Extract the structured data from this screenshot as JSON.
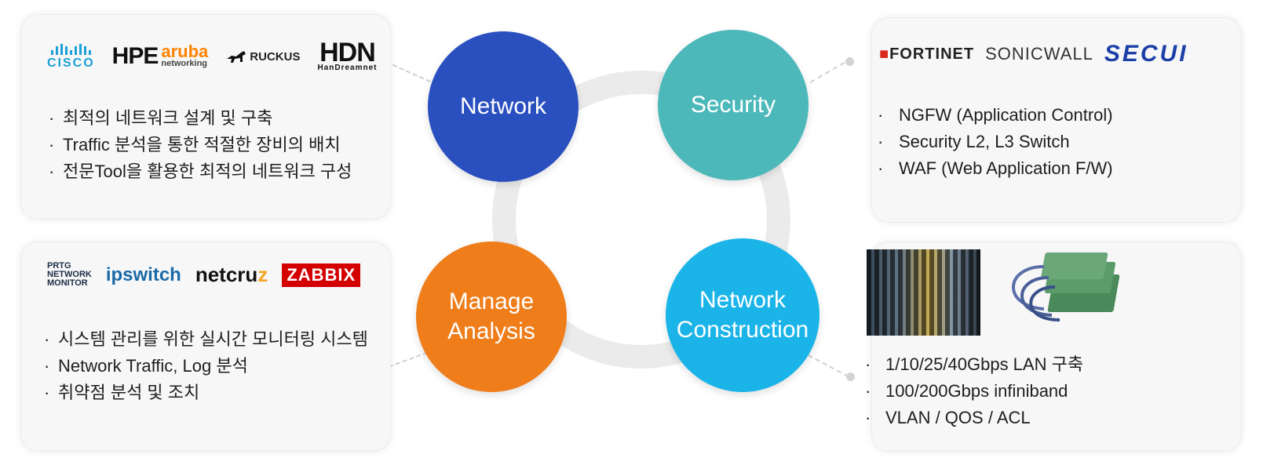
{
  "nodes": {
    "network": {
      "label": "Network",
      "color": "#2a50c0"
    },
    "security": {
      "label": "Security",
      "color": "#4db8ba"
    },
    "manage": {
      "label": "Manage\nAnalysis",
      "color": "#ee7d1a"
    },
    "construction": {
      "label": "Network\nConstruction",
      "color": "#1bb4e8"
    }
  },
  "cards": {
    "top_left": {
      "logos": {
        "cisco": "CISCO",
        "hpe": "HPE",
        "aruba": "aruba",
        "aruba_sub": "networking",
        "ruckus": "RUCKUS",
        "hdn": "HDN",
        "hdn_sub": "HanDreamnet"
      },
      "bullets": [
        "최적의 네트워크 설계 및 구축",
        "Traffic 분석을 통한 적절한 장비의 배치",
        "전문Tool을 활용한 최적의 네트워크 구성"
      ]
    },
    "top_right": {
      "logos": {
        "fortinet": "FORTINET",
        "sonicwall": "SONICWALL",
        "secui": "SECUI"
      },
      "bullets": [
        "NGFW (Application Control)",
        "Security L2, L3 Switch",
        "WAF (Web Application F/W)"
      ]
    },
    "bottom_left": {
      "logos": {
        "prtg_1": "PRTG",
        "prtg_2": "NETWORK",
        "prtg_3": "MONITOR",
        "ipswitch": "ipswitch",
        "netcruz_1": "netcru",
        "netcruz_2": "z",
        "zabbix": "ZABBIX"
      },
      "bullets": [
        "시스템 관리를 위한 실시간 모니터링 시스템",
        "Network Traffic, Log 분석",
        "취약점 분석 및 조치"
      ]
    },
    "bottom_right": {
      "bullets": [
        "1/10/25/40Gbps LAN 구축",
        "100/200Gbps infiniband",
        "VLAN / QOS / ACL"
      ]
    }
  }
}
